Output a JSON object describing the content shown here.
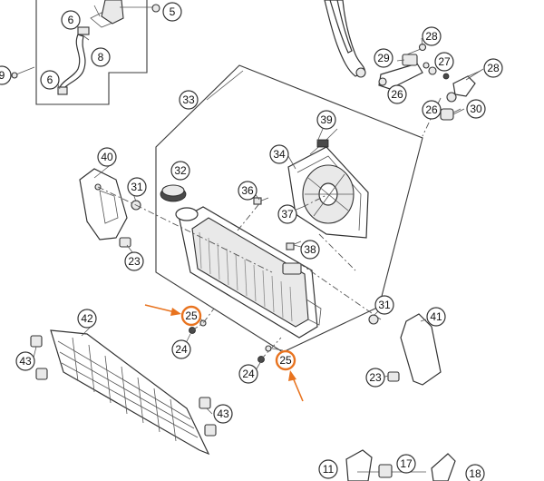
{
  "diagram": {
    "highlight_color": "#e8731f",
    "part_labels": {
      "p5": "5",
      "p6a": "6",
      "p6b": "6",
      "p8": "8",
      "p9": "9",
      "p28a": "28",
      "p28b": "28",
      "p29": "29",
      "p27": "27",
      "p26a": "26",
      "p26b": "26",
      "p30": "30",
      "p33": "33",
      "p39": "39",
      "p34": "34",
      "p40": "40",
      "p32": "32",
      "p31a": "31",
      "p36": "36",
      "p37": "37",
      "p38": "38",
      "p23a": "23",
      "p25a": "25",
      "p42": "42",
      "p24a": "24",
      "p43a": "43",
      "p24b": "24",
      "p25b": "25",
      "p31b": "31",
      "p41": "41",
      "p23b": "23",
      "p43b": "43",
      "p11": "11",
      "p17": "17",
      "p18": "18"
    }
  }
}
